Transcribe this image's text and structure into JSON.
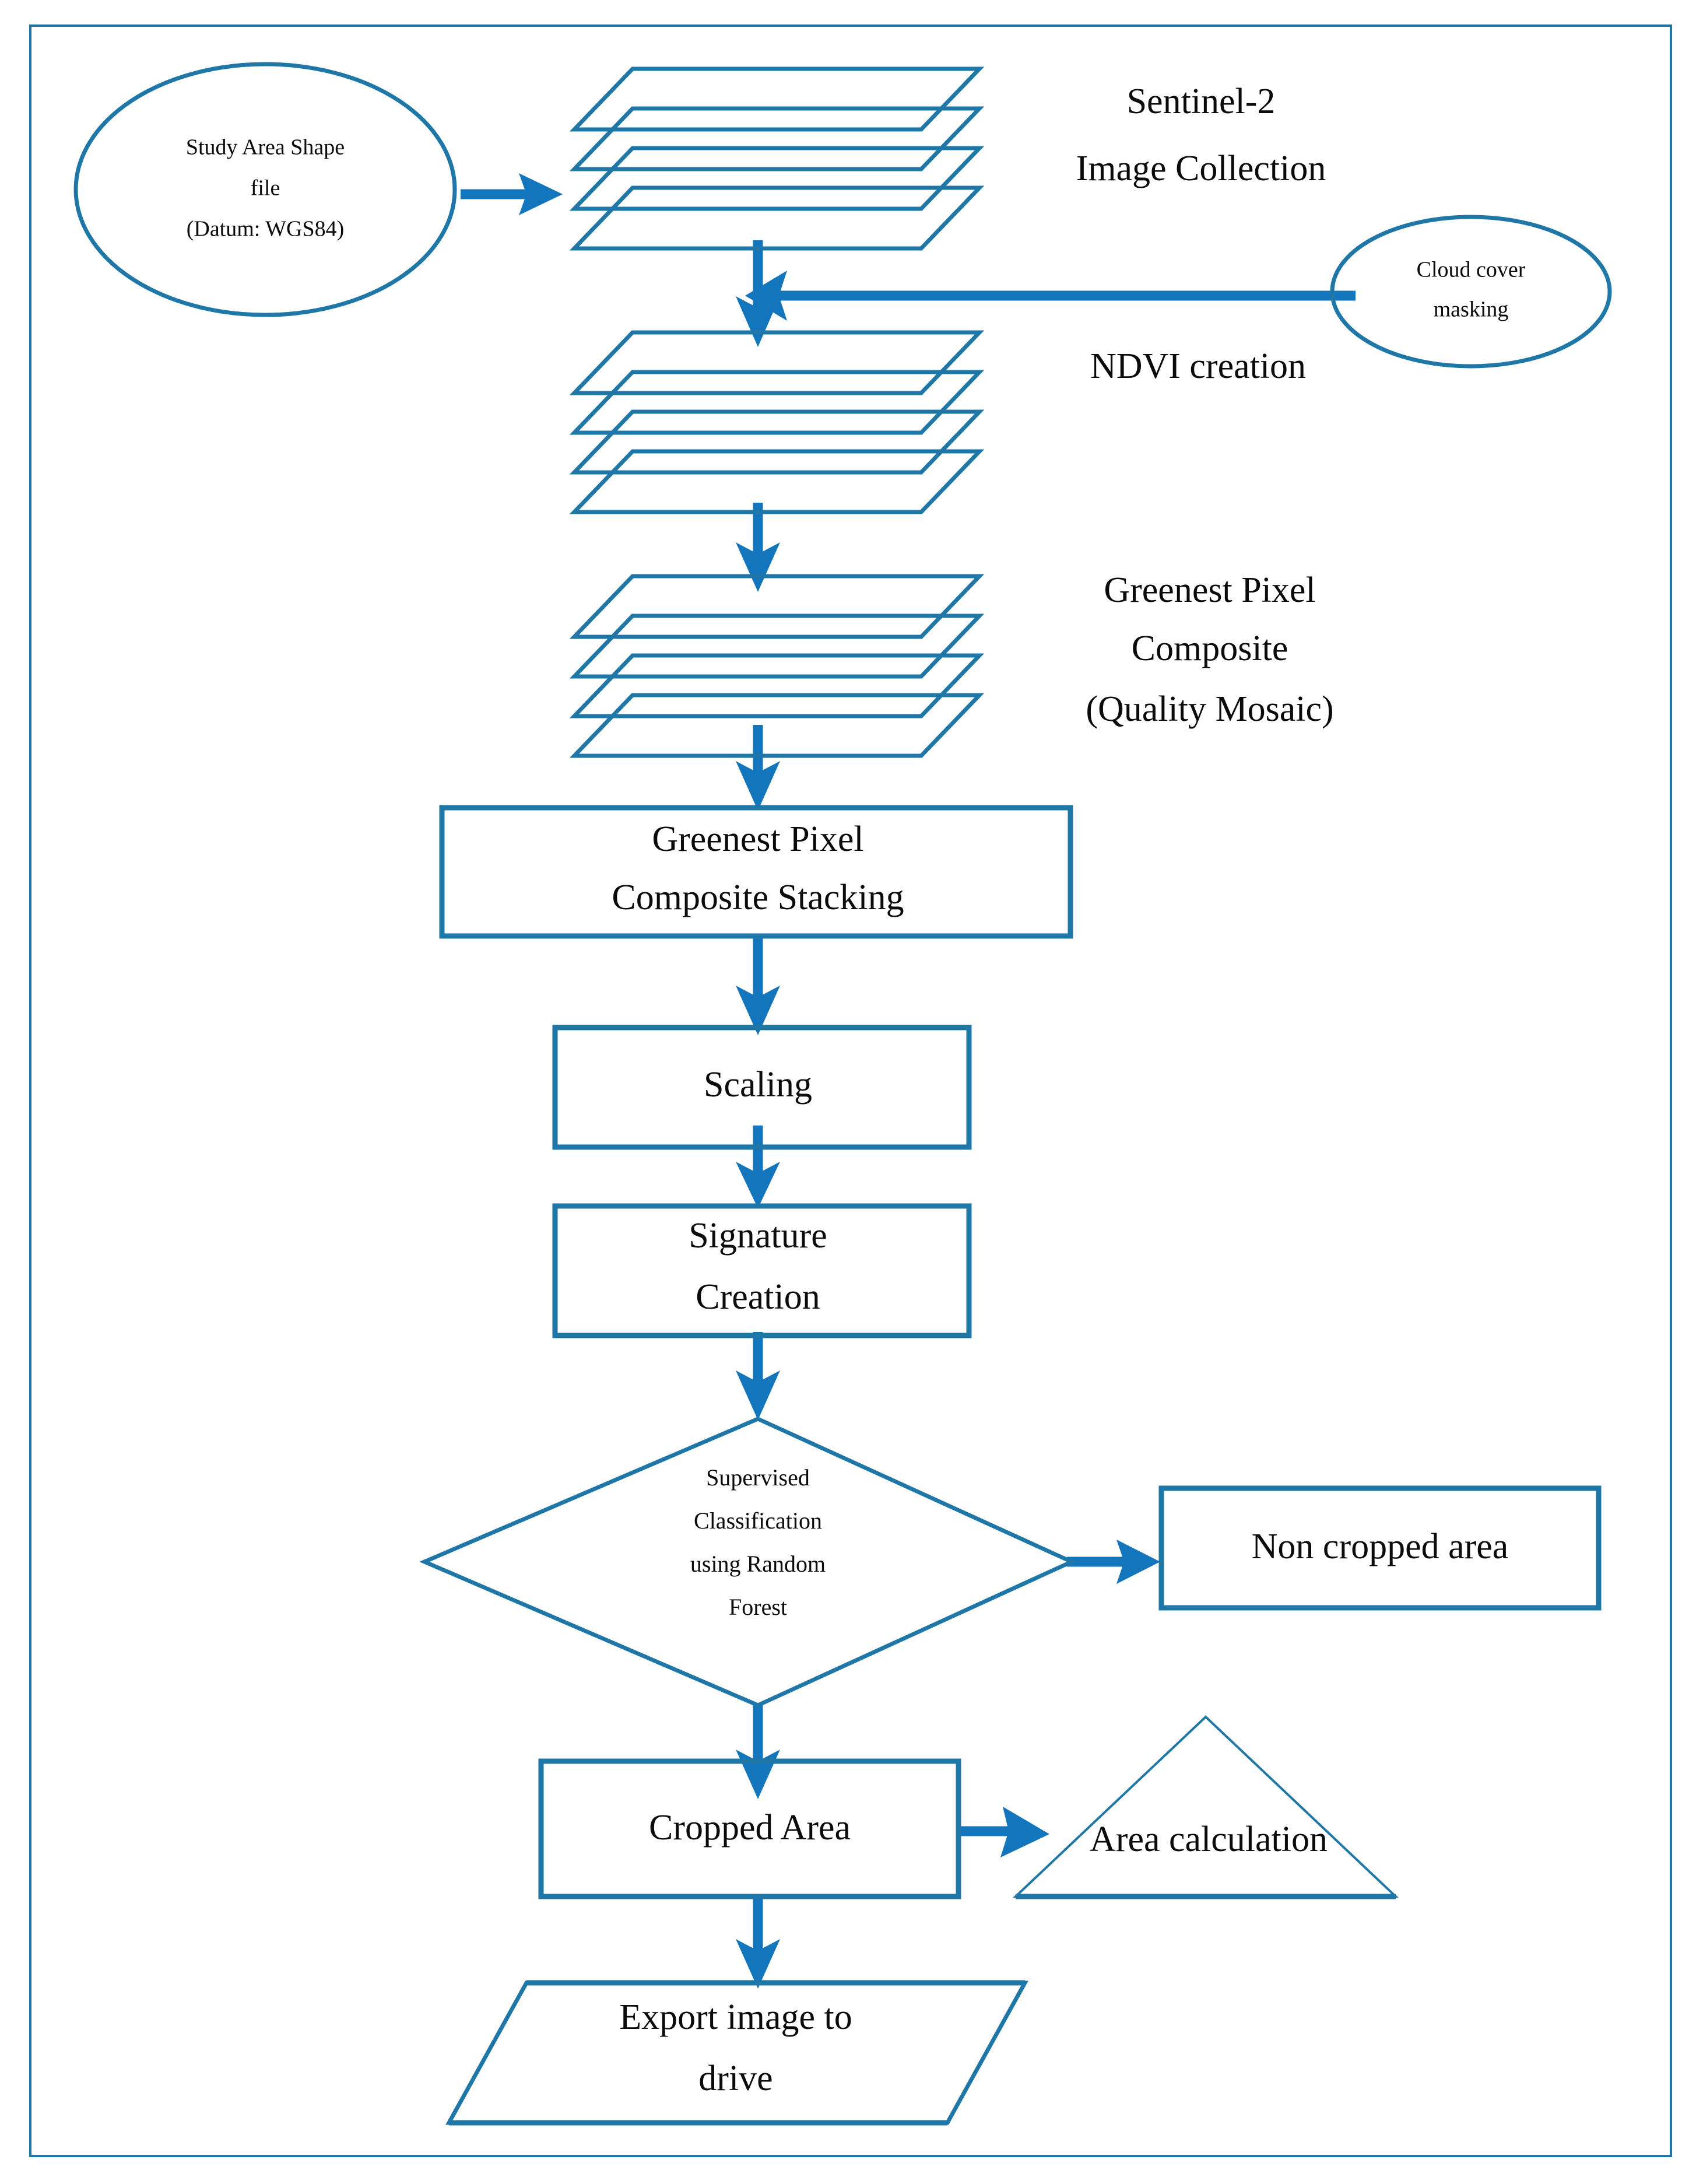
{
  "diagram": {
    "title": "Sentinel-2 NDVI cropped area classification workflow",
    "colors": {
      "frame": "#1F77A8",
      "shape_stroke": "#1F77A8",
      "arrow": "#1375BC",
      "text": "#0b0b0b",
      "background": "#ffffff"
    },
    "nodes": {
      "study_area": {
        "shape": "ellipse",
        "lines": [
          "Study Area Shape",
          "file",
          "(Datum: WGS84)"
        ]
      },
      "sentinel_collection": {
        "shape": "layer-stack",
        "layers": 4,
        "lines": [
          "Sentinel-2",
          "Image Collection"
        ]
      },
      "cloud_mask": {
        "shape": "ellipse",
        "lines": [
          "Cloud cover",
          "masking"
        ]
      },
      "ndvi": {
        "shape": "layer-stack",
        "layers": 4,
        "lines": [
          "NDVI creation"
        ]
      },
      "greenest_composite": {
        "shape": "layer-stack",
        "layers": 4,
        "lines": [
          "Greenest Pixel",
          "Composite",
          "(Quality Mosaic)"
        ]
      },
      "composite_stacking": {
        "shape": "rectangle",
        "lines": [
          "Greenest Pixel",
          "Composite Stacking"
        ]
      },
      "scaling": {
        "shape": "rectangle",
        "lines": [
          "Scaling"
        ]
      },
      "signature_creation": {
        "shape": "rectangle",
        "lines": [
          "Signature",
          "Creation"
        ]
      },
      "supervised_classification": {
        "shape": "diamond",
        "lines": [
          "Supervised",
          "Classification",
          "using Random",
          "Forest"
        ]
      },
      "non_cropped_area": {
        "shape": "rectangle",
        "lines": [
          "Non cropped area"
        ]
      },
      "cropped_area": {
        "shape": "rectangle",
        "lines": [
          "Cropped Area"
        ]
      },
      "area_calculation": {
        "shape": "triangle",
        "lines": [
          "Area calculation"
        ]
      },
      "export_image": {
        "shape": "parallelogram",
        "lines": [
          "Export image to",
          "drive"
        ]
      }
    },
    "edges": [
      {
        "from": "study_area",
        "to": "sentinel_collection",
        "direction": "right"
      },
      {
        "from": "cloud_mask",
        "to": "sentinel_to_ndvi",
        "direction": "left"
      },
      {
        "from": "sentinel_collection",
        "to": "ndvi",
        "direction": "down"
      },
      {
        "from": "ndvi",
        "to": "greenest_composite",
        "direction": "down"
      },
      {
        "from": "greenest_composite",
        "to": "composite_stacking",
        "direction": "down"
      },
      {
        "from": "composite_stacking",
        "to": "scaling",
        "direction": "down"
      },
      {
        "from": "scaling",
        "to": "signature_creation",
        "direction": "down"
      },
      {
        "from": "signature_creation",
        "to": "supervised_classification",
        "direction": "down"
      },
      {
        "from": "supervised_classification",
        "to": "non_cropped_area",
        "direction": "right"
      },
      {
        "from": "supervised_classification",
        "to": "cropped_area",
        "direction": "down"
      },
      {
        "from": "cropped_area",
        "to": "area_calculation",
        "direction": "right"
      },
      {
        "from": "cropped_area",
        "to": "export_image",
        "direction": "down"
      }
    ]
  }
}
